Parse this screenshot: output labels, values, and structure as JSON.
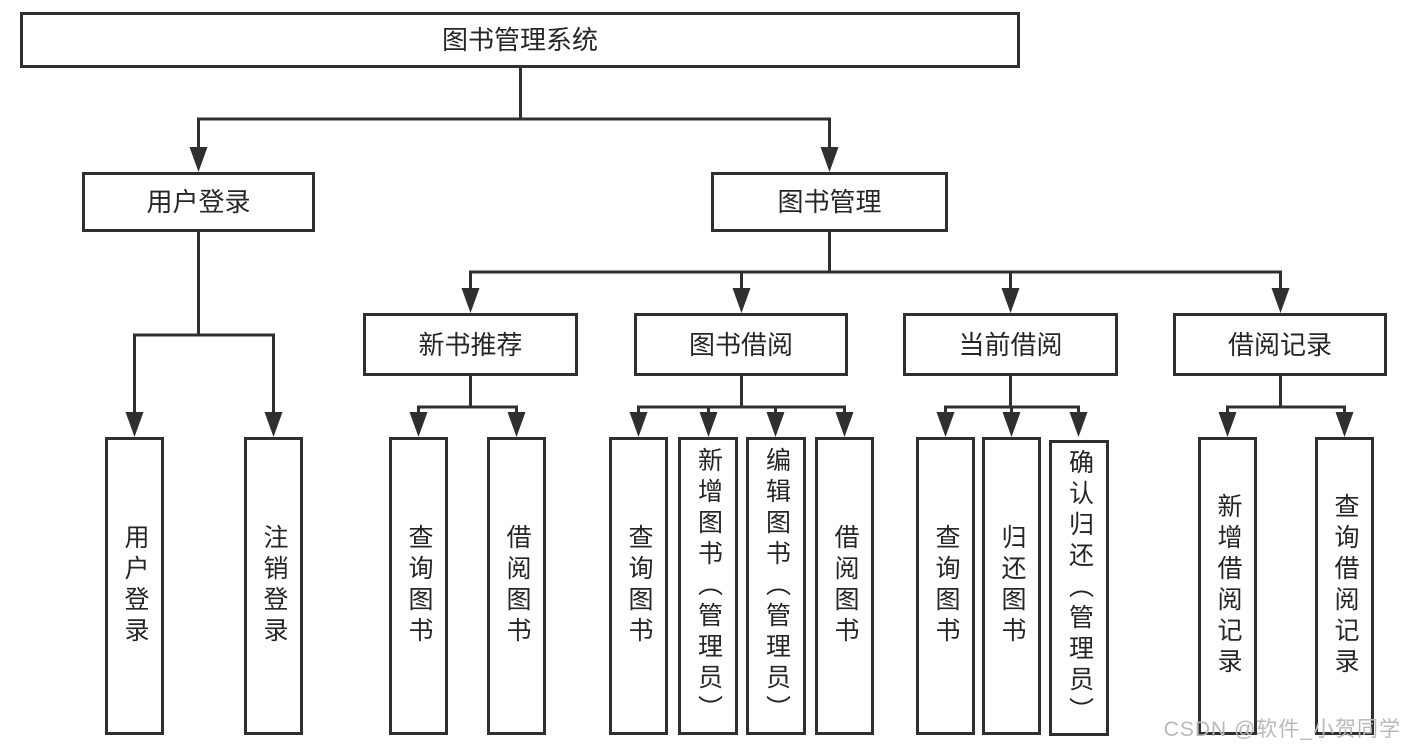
{
  "diagram_title": "图书管理系统",
  "tree": {
    "root": {
      "label": "图书管理系统",
      "children": [
        {
          "label": "用户登录",
          "children": [
            {
              "label": "用户登录"
            },
            {
              "label": "注销登录"
            }
          ]
        },
        {
          "label": "图书管理",
          "children": [
            {
              "label": "新书推荐",
              "children": [
                {
                  "label": "查询图书"
                },
                {
                  "label": "借阅图书"
                }
              ]
            },
            {
              "label": "图书借阅",
              "children": [
                {
                  "label": "查询图书"
                },
                {
                  "label": "新增图书（管理员）"
                },
                {
                  "label": "编辑图书（管理员）"
                },
                {
                  "label": "借阅图书"
                }
              ]
            },
            {
              "label": "当前借阅",
              "children": [
                {
                  "label": "查询图书"
                },
                {
                  "label": "归还图书"
                },
                {
                  "label": "确认归还（管理员）"
                }
              ]
            },
            {
              "label": "借阅记录",
              "children": [
                {
                  "label": "新增借阅记录"
                },
                {
                  "label": "查询借阅记录"
                }
              ]
            }
          ]
        }
      ]
    }
  },
  "colors": {
    "line": "#2f2f2f",
    "text": "#262626",
    "watermark": "#b9b9b9",
    "background": "#ffffff"
  },
  "watermark": {
    "text": "CSDN @软件_小贺同学"
  }
}
